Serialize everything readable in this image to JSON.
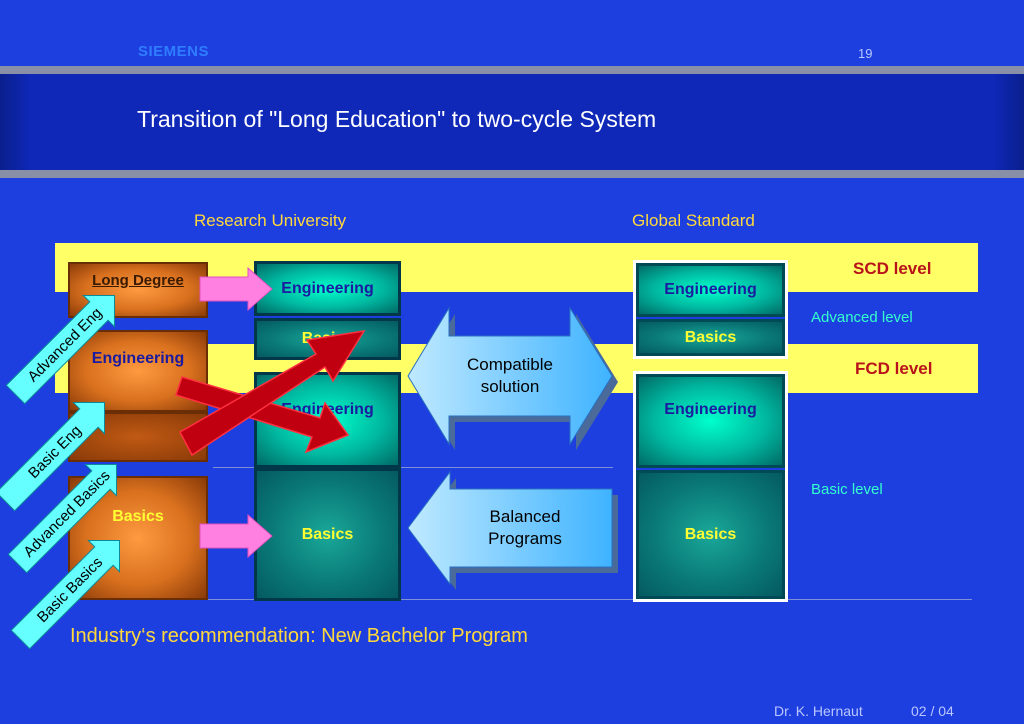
{
  "header": {
    "logo": "SIEMENS",
    "slide_number": "19"
  },
  "title": "Transition of \"Long Education\" to two-cycle System",
  "columns": {
    "left": "Research University",
    "right": "Global Standard"
  },
  "levels": {
    "scd": "SCD level",
    "advanced": "Advanced level",
    "fcd": "FCD level",
    "basic": "Basic level"
  },
  "long_degree": {
    "title": "Long Degree",
    "engineering": "Engineering",
    "basics": "Basics"
  },
  "research": {
    "eng_top": "Engineering",
    "basics_top": "Basics",
    "eng_bottom": "Engineering",
    "basics_bottom": "Basics"
  },
  "global": {
    "eng_top": "Engineering",
    "basics_top": "Basics",
    "eng_bottom": "Engineering",
    "basics_bottom": "Basics"
  },
  "callouts": {
    "compatible": "Compatible solution",
    "balanced": "Balanced Programs"
  },
  "diagonals": {
    "advanced_eng": "Advanced Eng",
    "basic_eng": "Basic Eng",
    "advanced_basics": "Advanced Basics",
    "basic_basics": "Basic Basics"
  },
  "recommendation": "Industry‘s recommendation: New Bachelor Program",
  "footer": {
    "author": "Dr. K. Hernaut",
    "date": "02 / 04"
  },
  "colors": {
    "background": "#1e3fe0",
    "band": "#ffff66",
    "level_text": "#b8121a",
    "teal": "#00b8a0",
    "orange": "#d8701e",
    "arrow_red": "#c00010",
    "arrow_pink": "#ff80e0",
    "callout": "#66ccff",
    "diag_arrow": "#66ffff"
  }
}
